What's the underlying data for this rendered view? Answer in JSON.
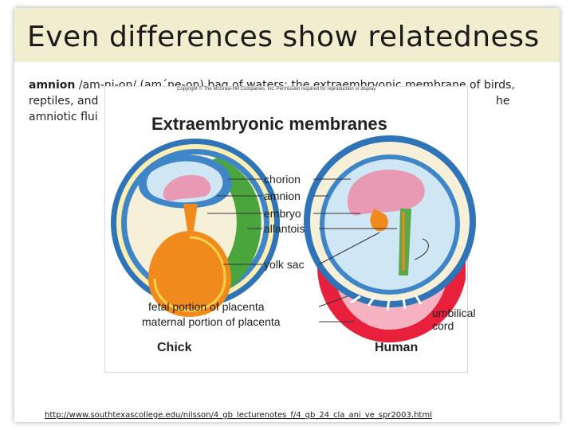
{
  "slide": {
    "title": "Even differences show relatedness",
    "body": {
      "term": "amnion",
      "line1_rest": " /am-ni-on/ (am´ne-on) bag of waters; the extraembryonic membrane of birds,",
      "line2_start": "reptiles, and",
      "line2_end": "he",
      "line3_start": "amniotic flui"
    },
    "footer_url": "http://www.southtexascollege.edu/nilsson/4_gb_lecturenotes_f/4_gb_24_cla_ani_ve_spr2003.html"
  },
  "figure": {
    "copyright": "Copyright © The McGraw-Hill Companies, Inc. Permission required for reproduction or display.",
    "title": "Extraembryonic membranes",
    "labels": {
      "chorion": "chorion",
      "amnion": "amnion",
      "embryo": "embryo",
      "allantois": "allantois",
      "yolk_sac": "yolk sac",
      "fetal_placenta": "fetal portion of placenta",
      "maternal_placenta": "maternal portion of placenta",
      "umbilical_1": "umbilical",
      "umbilical_2": "cord",
      "chick": "Chick",
      "human": "Human"
    }
  },
  "colors": {
    "title_bar": "#f1edcf",
    "chorion_blue": "#3f86c8",
    "amnion_light": "#cfe6f5",
    "embryo_pink": "#e89ab5",
    "allantois_green": "#5aa84a",
    "yolk_orange": "#f08a1c",
    "placenta_red": "#e8203c",
    "placenta_pink": "#f6b2c0"
  }
}
